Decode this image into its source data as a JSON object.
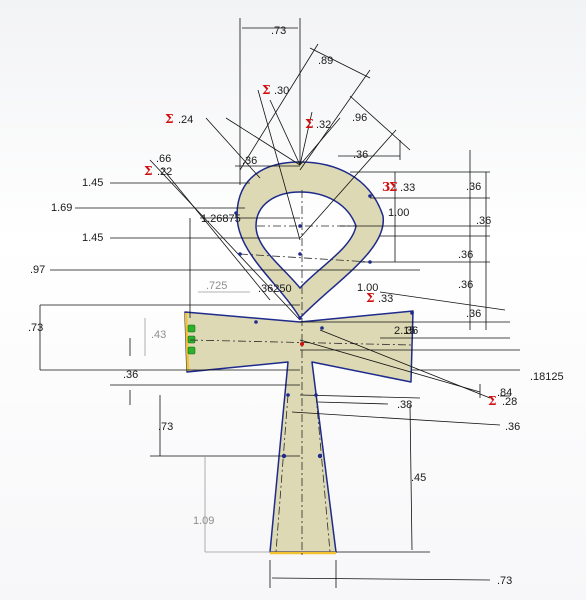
{
  "drawing": {
    "part": "ankh",
    "colors": {
      "fill": "#ddd9b4",
      "outline": "#1e2a8c",
      "dimension": "#111111",
      "reference_dim": "#8d8d8d",
      "equation_icon": "#d10f0f",
      "fixed_edge": "#f2c230",
      "relation_marker": "#2db12d"
    },
    "dimensions": [
      ".73",
      ".89",
      ".30",
      ".24",
      ".32",
      ".96",
      ".66",
      ".22",
      ".36",
      ".36",
      "1.45",
      "1.69",
      "1.26875",
      "1.45",
      ".97",
      ".36",
      ".33",
      ".36",
      "1.00",
      ".36",
      ".36",
      ".36",
      ".725",
      ".36250",
      "1.00",
      ".33",
      ".36",
      ".73",
      ".43",
      "2.15",
      ".18125",
      ".84",
      ".28",
      ".36",
      ".38",
      ".73",
      ".36",
      ".45",
      "1.09",
      ".73"
    ],
    "equation_marker": "Σ",
    "equation_prefix": "3"
  }
}
